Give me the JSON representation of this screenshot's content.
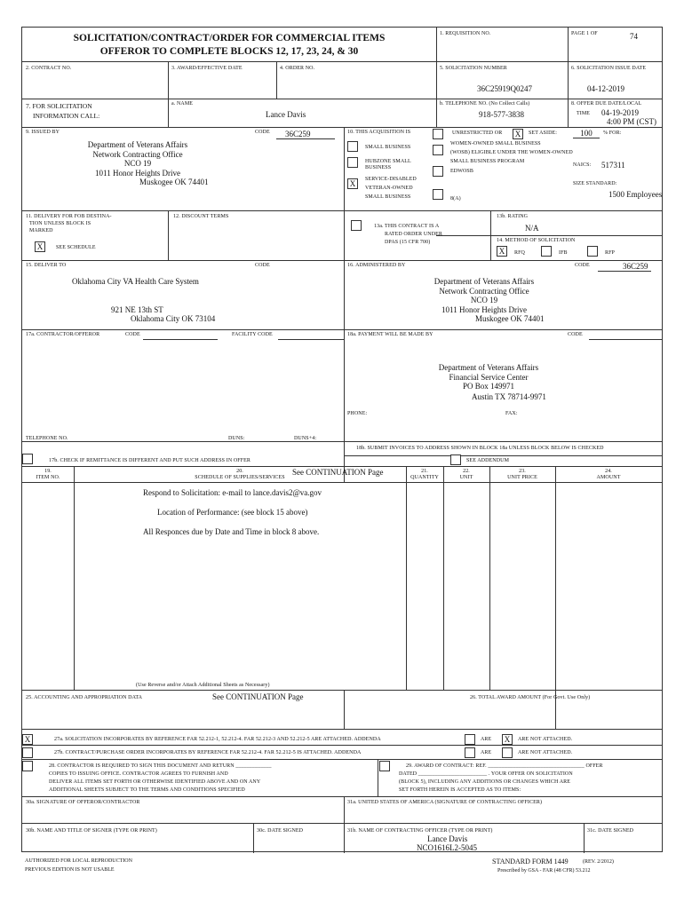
{
  "header": {
    "title_line1": "SOLICITATION/CONTRACT/ORDER FOR COMMERCIAL ITEMS",
    "title_line2": "OFFEROR TO COMPLETE BLOCKS 12, 17, 23, 24, & 30",
    "b1_label": "1. REQUISITION NO.",
    "page_label": "PAGE 1 OF",
    "page_total": "74"
  },
  "row2": {
    "b2_label": "2. CONTRACT NO.",
    "b3_label": "3. AWARD/EFFECTIVE DATE",
    "b4_label": "4. ORDER NO.",
    "b5_label": "5. SOLICITATION NUMBER",
    "b5_value": "36C25919Q0247",
    "b6_label": "6. SOLICITATION ISSUE DATE",
    "b6_value": "04-12-2019"
  },
  "row7": {
    "b7_label1": "7. FOR SOLICITATION",
    "b7_label2": "INFORMATION CALL:",
    "name_label": "a. NAME",
    "name_value": "Lance Davis",
    "phone_label": "b. TELEPHONE NO. (No Collect Calls)",
    "phone_value": "918-577-3838",
    "due_label": "8. OFFER DUE DATE/LOCAL",
    "time_label": "TIME",
    "due_date": "04-19-2019",
    "due_time": "4:00 PM (CST)"
  },
  "issued": {
    "label": "9. ISSUED BY",
    "code_label": "CODE",
    "code_value": "36C259",
    "lines": [
      "Department of Veterans Affairs",
      "Network Contracting Office",
      "NCO 19",
      "1011 Honor Heights Drive"
    ],
    "city": "Muskogee OK 74401"
  },
  "acquisition": {
    "label": "10. THIS ACQUISITION IS",
    "unrestricted": "UNRESTRICTED OR",
    "set_aside_mark": "X",
    "set_aside": "SET ASIDE:",
    "set_aside_pct": "100",
    "pct_for": "% FOR:",
    "small_business": "SMALL BUSINESS",
    "hubzone1": "HUBZONE SMALL",
    "hubzone2": "BUSINESS",
    "sdvosb_mark": "X",
    "sdvosb1": "SERVICE-DISABLED",
    "sdvosb2": "VETERAN-OWNED",
    "sdvosb3": "SMALL BUSINESS",
    "wosb1": "WOMEN-OWNED SMALL BUSINESS",
    "wosb2": "(WOSB) ELIGIBLE UNDER THE WOMEN-OWNED",
    "wosb3": "SMALL BUSINESS PROGRAM",
    "edwosb": "EDWOSB",
    "eight_a": "8(A)",
    "naics_label": "NAICS:",
    "naics_value": "517311",
    "size_label": "SIZE STANDARD:",
    "size_value": "1500 Employees"
  },
  "block11": {
    "l1": "11. DELIVERY FOR FOB DESTINA-",
    "l2": "TION UNLESS BLOCK IS",
    "l3": "MARKED",
    "mark": "X",
    "see_schedule": "SEE SCHEDULE",
    "b12_label": "12. DISCOUNT TERMS",
    "b13a_l1": "13a. THIS CONTRACT IS A",
    "b13a_l2": "RATED ORDER UNDER",
    "b13a_l3": "DPAS (15 CFR 700)",
    "b13b_label": "13b. RATING",
    "b13b_value": "N/A",
    "b14_label": "14. METHOD OF SOLICITATION",
    "rfq_mark": "X",
    "rfq": "RFQ",
    "ifb": "IFB",
    "rfp": "RFP"
  },
  "deliver": {
    "label": "15. DELIVER TO",
    "code_label": "CODE",
    "name": "Oklahoma City VA Health Care System",
    "street": "921 NE 13th ST",
    "city": "Oklahoma City OK 73104"
  },
  "administered": {
    "label": "16. ADMINISTERED BY",
    "code_label": "CODE",
    "code_value": "36C259",
    "lines": [
      "Department of Veterans Affairs",
      "Network Contracting Office",
      "NCO 19",
      "1011 Honor Heights Drive"
    ],
    "city": "Muskogee OK 74401"
  },
  "contractor": {
    "label": "17a. CONTRACTOR/OFFEROR",
    "code_label": "CODE",
    "facility_label": "FACILITY CODE",
    "telephone_label": "TELEPHONE NO.",
    "duns_label": "DUNS:",
    "duns4_label": "DUNS+4:",
    "b17b": "17b. CHECK IF REMITTANCE IS DIFFERENT AND PUT SUCH ADDRESS IN OFFER"
  },
  "payment": {
    "label": "18a. PAYMENT WILL BE MADE BY",
    "code_label": "CODE",
    "lines": [
      "Department of Veterans Affairs",
      "Financial Service Center",
      "PO Box 149971"
    ],
    "city": "Austin TX 78714-9971",
    "phone_label": "PHONE:",
    "fax_label": "FAX:",
    "b18b": "18b. SUBMIT INVOICES TO ADDRESS SHOWN IN BLOCK 18a UNLESS BLOCK BELOW IS CHECKED",
    "see_addendum": "SEE ADDENDUM"
  },
  "schedule": {
    "c19a": "19.",
    "c19b": "ITEM NO.",
    "c20a": "20.",
    "c20b": "SCHEDULE OF SUPPLIES/SERVICES",
    "continuation": "See CONTINUATION Page",
    "c21a": "21.",
    "c21b": "QUANTITY",
    "c22a": "22.",
    "c22b": "UNIT",
    "c23a": "23.",
    "c23b": "UNIT PRICE",
    "c24a": "24.",
    "c24b": "AMOUNT",
    "line1": "Respond to Solicitation: e-mail to lance.davis2@va.gov",
    "line2": "Location of Performance: (see block 15 above)",
    "line3": "All Responces due by Date and Time in block 8 above.",
    "reverse_note": "(Use Reverse and/or Attach Additional Sheets as Necessary)"
  },
  "accounting": {
    "label": "25. ACCOUNTING AND APPROPRIATION DATA",
    "value": "See CONTINUATION Page",
    "total_label": "26. TOTAL AWARD AMOUNT (For Govt. Use Only)"
  },
  "b27": {
    "a_mark": "X",
    "a_text": "27a. SOLICITATION INCORPORATES BY REFERENCE FAR 52.212-1, 52.212-4. FAR 52.212-3 AND 52.212-5 ARE ATTACHED. ADDENDA",
    "b_text": "27b. CONTRACT/PURCHASE ORDER INCORPORATES BY REFERENCE FAR 52.212-4. FAR 52.212-5 IS ATTACHED. ADDENDA",
    "are": "ARE",
    "not_mark": "X",
    "are_not": "ARE NOT ATTACHED."
  },
  "b28": {
    "l1": "28. CONTRACTOR IS REQUIRED TO SIGN THIS DOCUMENT AND RETURN _____________",
    "l2": "COPIES TO ISSUING OFFICE. CONTRACTOR AGREES TO FURNISH AND",
    "l3": "DELIVER ALL ITEMS SET FORTH OR OTHERWISE IDENTIFIED ABOVE AND ON ANY",
    "l4": "ADDITIONAL SHEETS SUBJECT TO THE TERMS AND CONDITIONS SPECIFIED"
  },
  "b29": {
    "l1": "29. AWARD OF CONTRACT: REF. ___________________________________ OFFER",
    "l2": "DATED _________________________ . YOUR OFFER ON SOLICITATION",
    "l3": "(BLOCK 5), INCLUDING ANY ADDITIONS OR CHANGES WHICH ARE",
    "l4": "SET FORTH HEREIN IS ACCEPTED AS TO ITEMS:"
  },
  "signatures": {
    "b30a": "30a. SIGNATURE OF OFFEROR/CONTRACTOR",
    "b31a": "31a. UNITED STATES OF AMERICA (SIGNATURE OF CONTRACTING OFFICER)",
    "b30b": "30b. NAME AND TITLE OF SIGNER (TYPE OR PRINT)",
    "b30c": "30c. DATE SIGNED",
    "b31b": "31b. NAME OF CONTRACTING OFFICER (TYPE OR PRINT)",
    "b31b_name": "Lance Davis",
    "b31b_code": "NCO1616L2-5045",
    "b31c": "31c. DATE SIGNED"
  },
  "footer": {
    "left1": "AUTHORIZED FOR LOCAL REPRODUCTION",
    "left2": "PREVIOUS EDITION IS NOT USABLE",
    "form": "STANDARD FORM 1449",
    "rev": "(REV. 2/2012)",
    "prescribed": "Prescribed by GSA - FAR (48 CFR) 53.212"
  }
}
